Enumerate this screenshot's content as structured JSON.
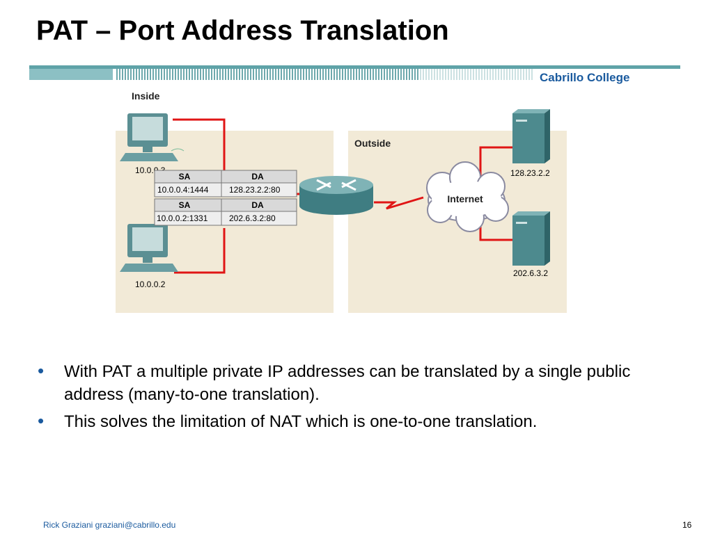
{
  "slide": {
    "title": "PAT – Port Address Translation",
    "brand": "Cabrillo College"
  },
  "diagram": {
    "inside_label": "Inside",
    "outside_label": "Outside",
    "host_top_ip": "10.0.0.3",
    "host_bottom_ip": "10.0.0.2",
    "cloud_label": "Internet",
    "server_top_ip": "128.23.2.2",
    "server_bottom_ip": "202.6.3.2",
    "table_top": {
      "sa_header": "SA",
      "da_header": "DA",
      "sa": "10.0.0.4:1444",
      "da": "128.23.2.2:80"
    },
    "table_bottom": {
      "sa_header": "SA",
      "da_header": "DA",
      "sa": "10.0.0.2:1331",
      "da": "202.6.3.2:80"
    }
  },
  "bullets": [
    "With PAT a multiple private IP addresses can be translated by a single public address (many-to-one translation).",
    "This solves the limitation of NAT which is one-to-one translation."
  ],
  "footer": {
    "author": "Rick Graziani  graziani@cabrillo.edu",
    "page": "16"
  },
  "colors": {
    "accent": "#1a5a9e",
    "panel": "#f2ead7",
    "link": "#e01515",
    "device": "#4d8a8e"
  }
}
